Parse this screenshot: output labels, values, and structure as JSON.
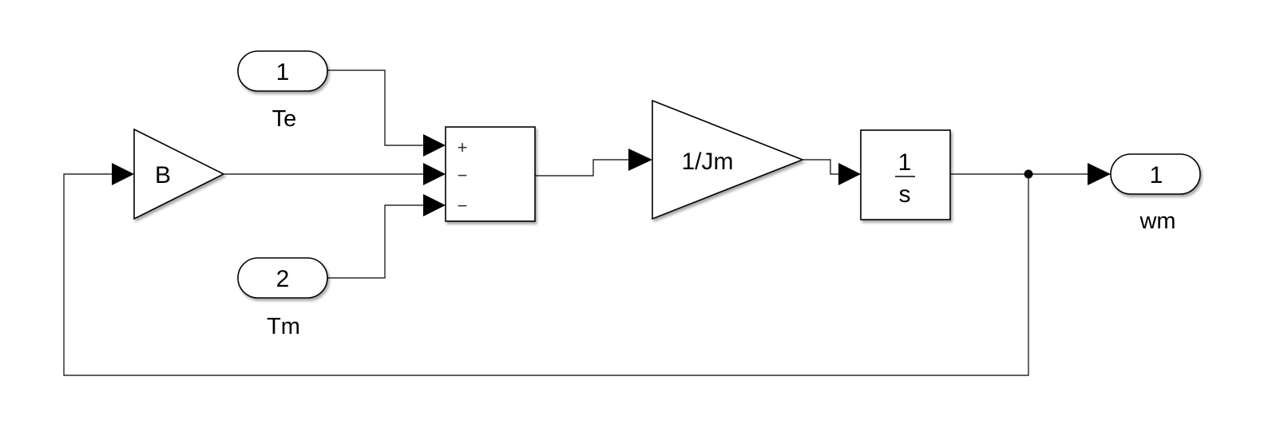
{
  "inports": [
    {
      "number": "1",
      "name": "Te"
    },
    {
      "number": "2",
      "name": "Tm"
    }
  ],
  "outport": {
    "number": "1",
    "name": "wm"
  },
  "gain_b": {
    "label": "B"
  },
  "sum": {
    "signs": [
      "+",
      "−",
      "−"
    ]
  },
  "gain_jm": {
    "label": "1/Jm"
  },
  "integrator": {
    "numerator": "1",
    "denominator": "s"
  }
}
